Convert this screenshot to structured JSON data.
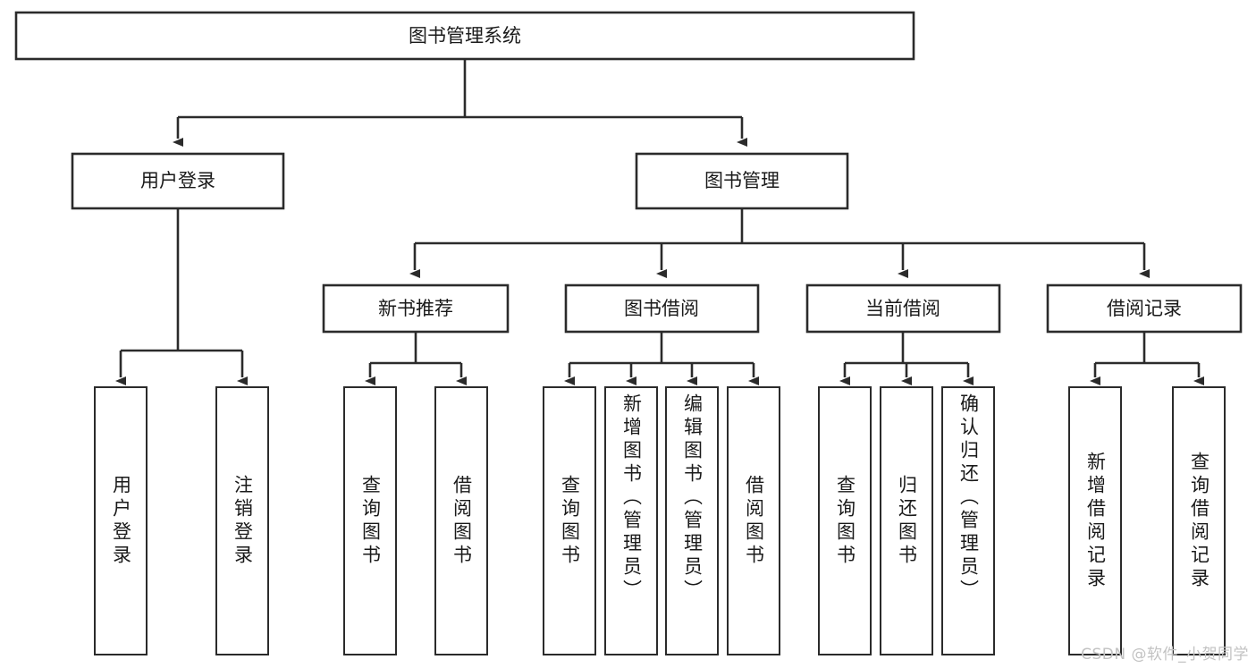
{
  "diagram": {
    "type": "tree",
    "title": "图书管理系统",
    "orientation": "top-down",
    "colors": {
      "box_stroke": "#2b2b2b",
      "box_fill": "#ffffff",
      "text": "#1a1a1a",
      "background": "#ffffff",
      "watermark": "#c2c2c2"
    }
  },
  "root": {
    "label": "图书管理系统"
  },
  "level2": [
    {
      "label": "用户登录"
    },
    {
      "label": "图书管理"
    }
  ],
  "level3": [
    {
      "label": "新书推荐"
    },
    {
      "label": "图书借阅"
    },
    {
      "label": "当前借阅"
    },
    {
      "label": "借阅记录"
    }
  ],
  "leaves": {
    "user_login": [
      {
        "label": "用户登录"
      },
      {
        "label": "注销登录"
      }
    ],
    "new_book_recommend": [
      {
        "label": "查询图书"
      },
      {
        "label": "借阅图书"
      }
    ],
    "book_borrow": [
      {
        "label": "查询图书"
      },
      {
        "label": "新增图书（管理员）"
      },
      {
        "label": "编辑图书（管理员）"
      },
      {
        "label": "借阅图书"
      }
    ],
    "current_borrow": [
      {
        "label": "查询图书"
      },
      {
        "label": "归还图书"
      },
      {
        "label": "确认归还（管理员）"
      }
    ],
    "borrow_record": [
      {
        "label": "新增借阅记录"
      },
      {
        "label": "查询借阅记录"
      }
    ]
  },
  "watermark": {
    "text": "CSDN @软件_小贺同学"
  }
}
